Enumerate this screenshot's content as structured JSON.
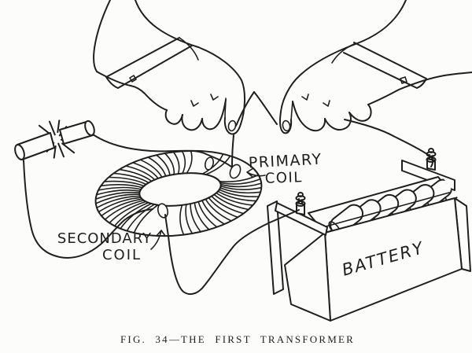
{
  "figure": {
    "caption": "FIG. 34—THE FIRST TRANSFORMER",
    "labels": {
      "primary": {
        "line1": "PRIMARY",
        "line2": "COIL"
      },
      "secondary": {
        "line1": "SECONDARY",
        "line2": "COIL"
      },
      "battery": "BATTERY"
    },
    "colors": {
      "ink": "#1f1f1f",
      "paper": "#fcfcfa"
    }
  }
}
